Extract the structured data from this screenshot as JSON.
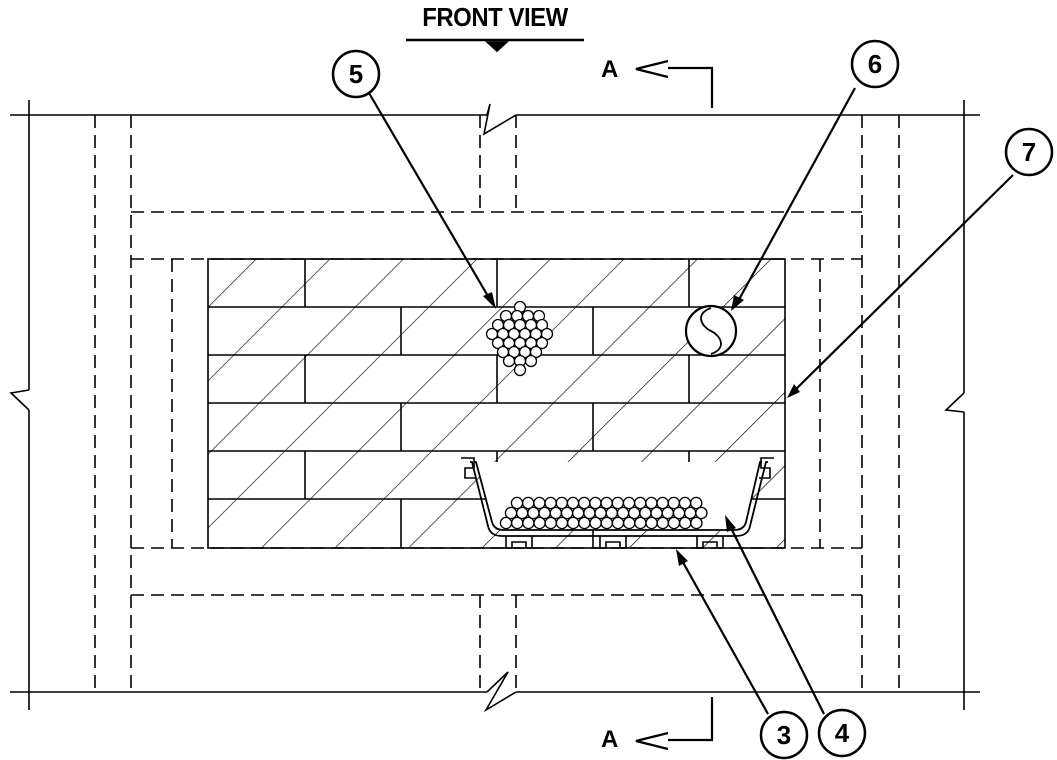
{
  "title": "FRONT VIEW",
  "section_marks": {
    "top": "A",
    "bottom": "A"
  },
  "callouts": {
    "c3": "3",
    "c4": "4",
    "c5": "5",
    "c6": "6",
    "c7": "7"
  }
}
